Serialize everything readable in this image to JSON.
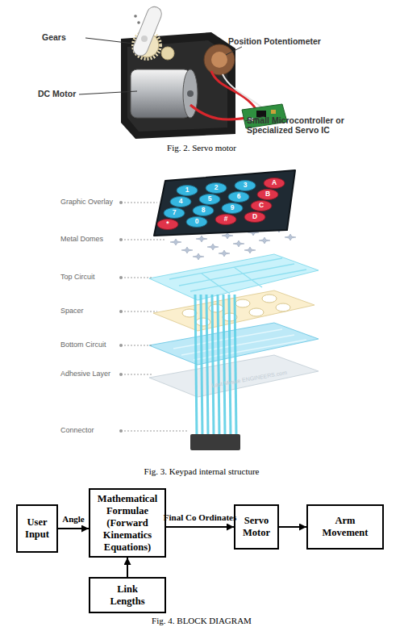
{
  "diagram": {
    "caption": "Fig. 4. BLOCK DIAGRAM",
    "nodes": [
      {
        "text": [
          "User Input"
        ]
      },
      {
        "text": [
          "Mathematical Formulae (Forward Kinematics Equations)"
        ]
      },
      {
        "text": [
          "Servo Motor"
        ]
      },
      {
        "text": [
          "Arm Movement"
        ]
      },
      {
        "text": [
          "Link Lengths"
        ]
      }
    ],
    "edges": [
      {
        "from": 0,
        "to": 1,
        "label": "Angle",
        "arrow": "to"
      },
      {
        "from": 1,
        "to": 2,
        "label": "Final Co Ordinates",
        "arrow": "to"
      },
      {
        "from": 2,
        "to": 3,
        "arrow": "to"
      },
      {
        "from": 4,
        "to": 1,
        "arrow": "to"
      }
    ],
    "labels": [
      "Gears",
      "Position Potentiometer",
      "DC Motor",
      "Small Microcontroller or Specialized Servo IC",
      "Fig. 2. Servo motor",
      "Graphic Overlay",
      "Metal Domes",
      "Top Circuit",
      "Spacer",
      "Bottom Circuit",
      "Adhesive Layer",
      "Connector",
      "1",
      "2",
      "3",
      "A",
      "4",
      "5",
      "6",
      "B",
      "7",
      "8",
      "9",
      "C",
      "*",
      "0",
      "#",
      "D",
      "Last Minute ENGINEERS.com",
      "Fig. 3. Keypad internal structure"
    ]
  }
}
